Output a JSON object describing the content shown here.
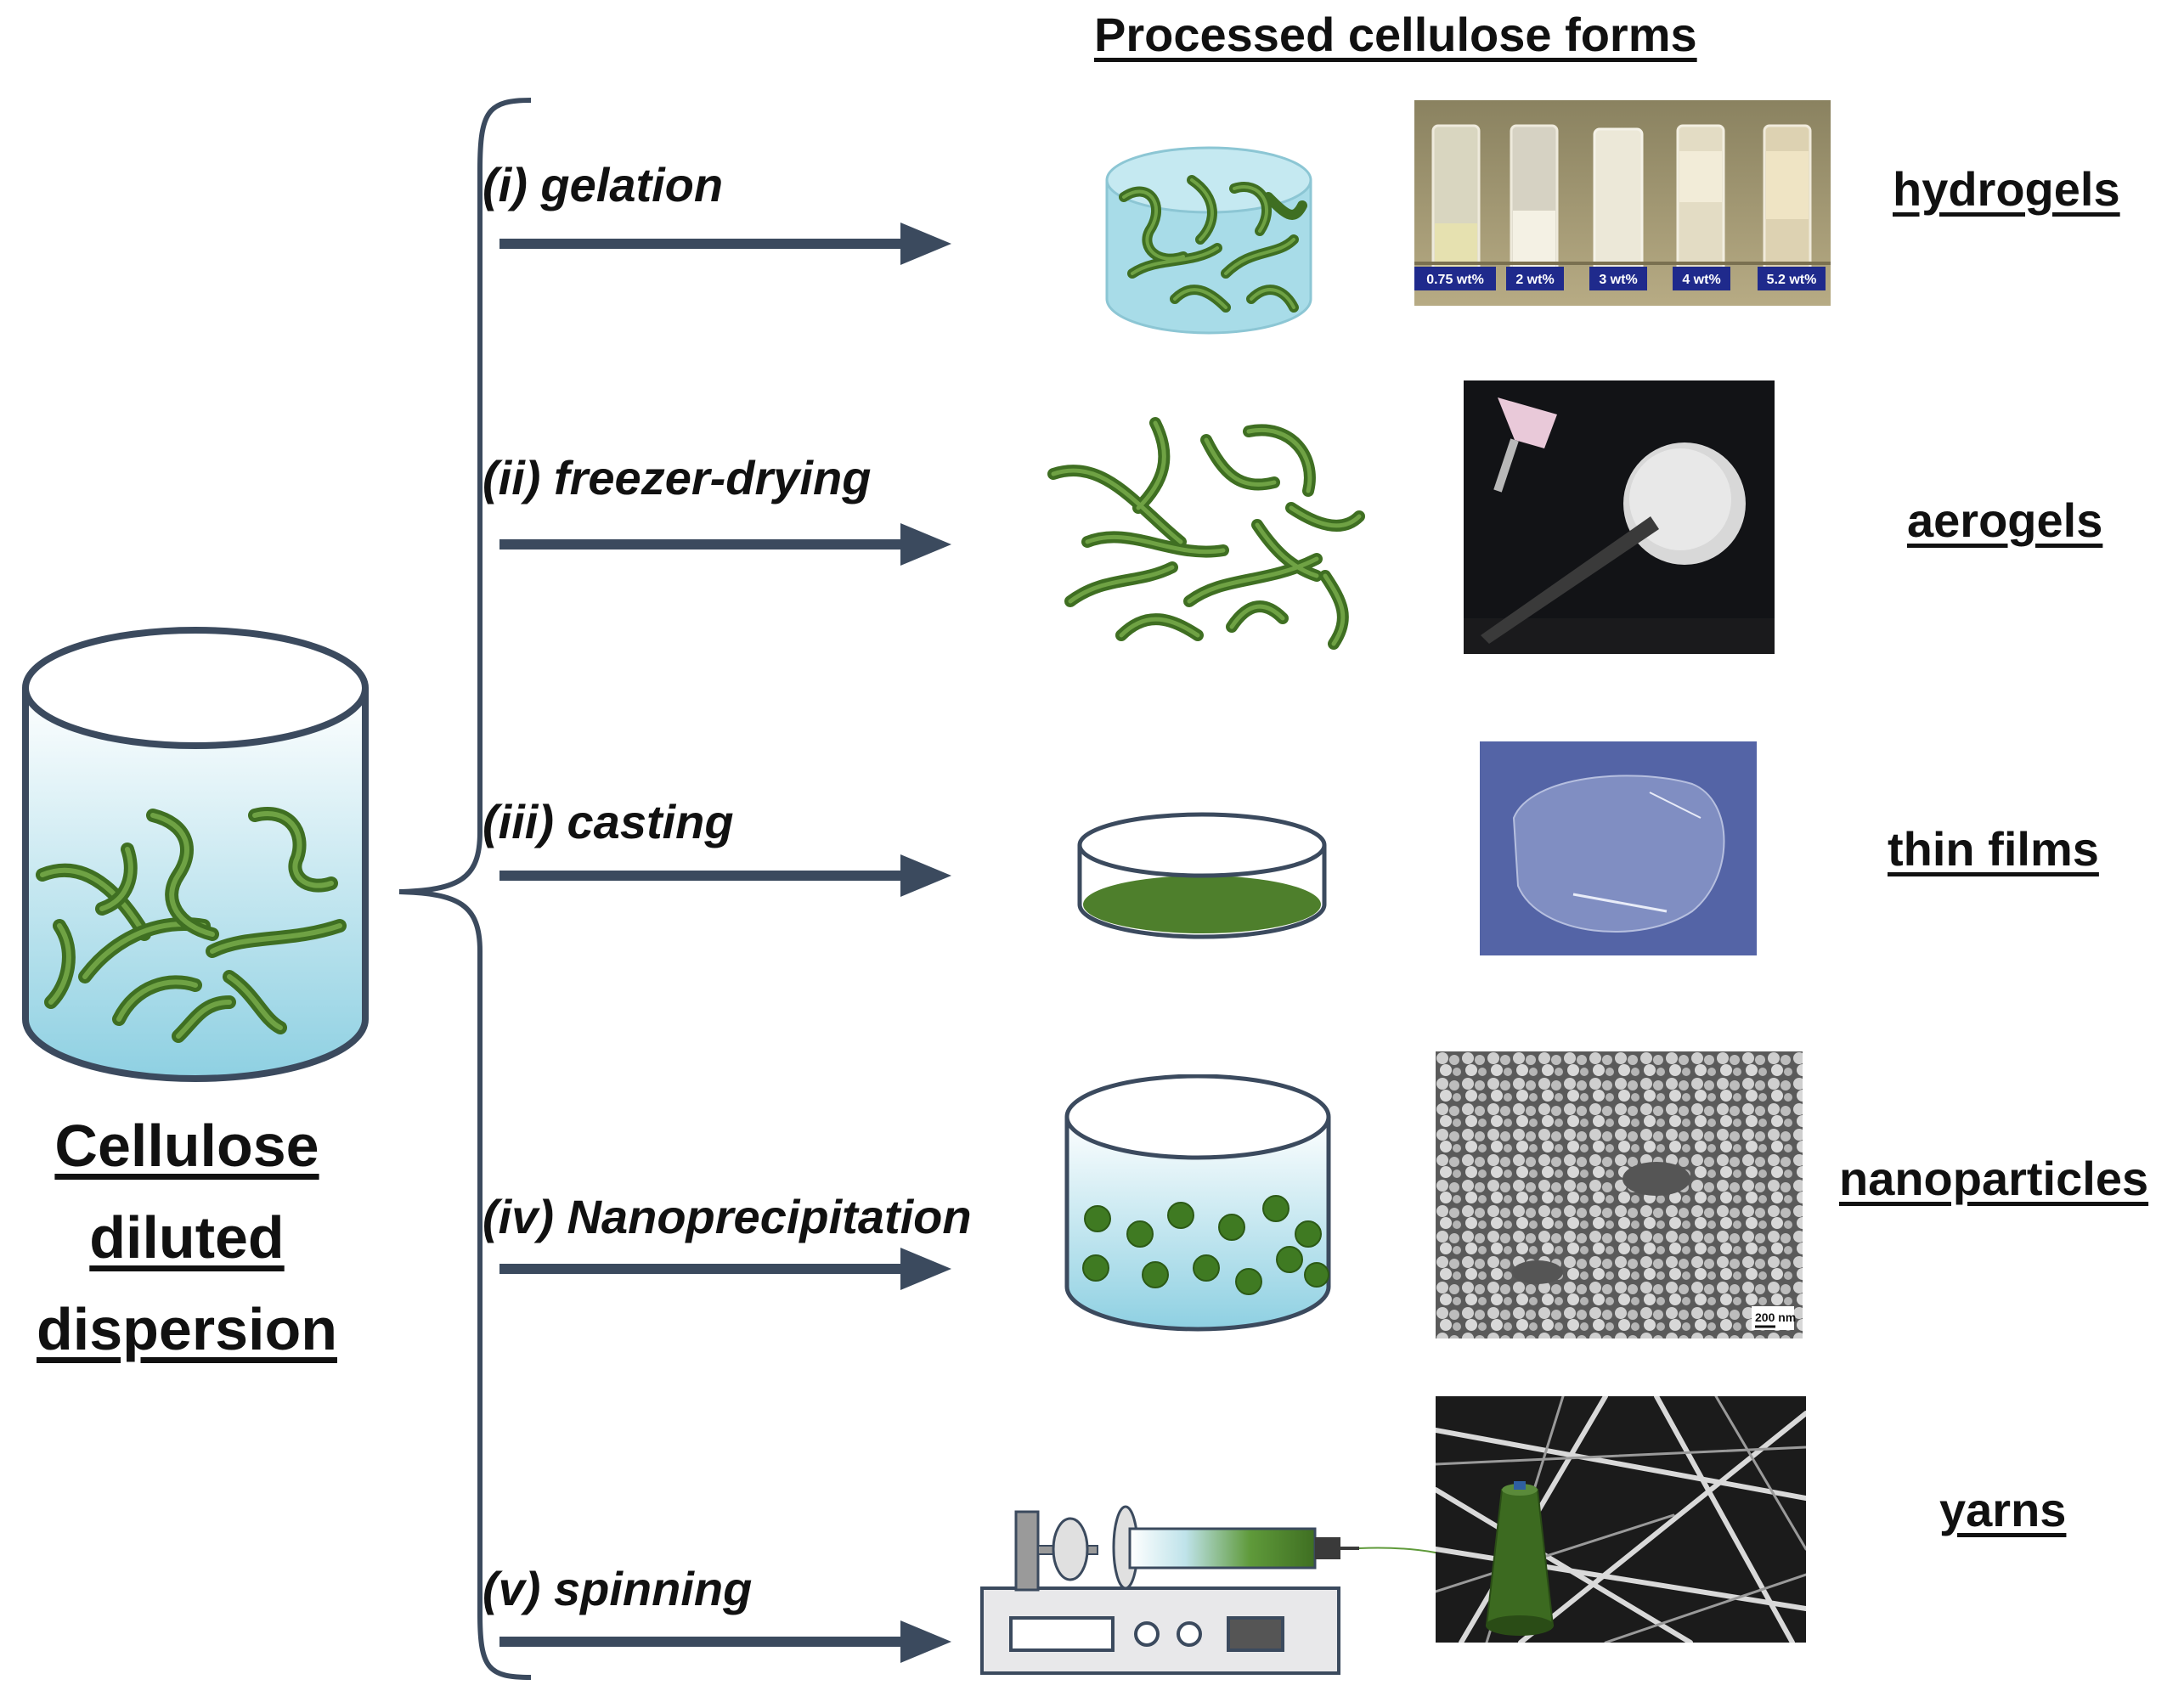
{
  "diagram": {
    "header": "Processed cellulose forms",
    "source": {
      "line1": "Cellulose",
      "line2": "diluted",
      "line3": "dispersion"
    },
    "processes": [
      {
        "label": "(i) gelation",
        "product": "hydrogels"
      },
      {
        "label": "(ii) freezer-drying",
        "product": "aerogels"
      },
      {
        "label": "(iii) casting",
        "product": "thin films"
      },
      {
        "label": "(iv) Nanoprecipitation",
        "product": "nanoparticles"
      },
      {
        "label": "(v) spinning",
        "product": "yarns"
      }
    ],
    "hydrogel_vials": [
      "0.75 wt%",
      "2 wt%",
      "3 wt%",
      "4 wt%",
      "5.2 wt%"
    ],
    "sem_scale": "200 nm"
  },
  "colors": {
    "arrow": "#3b4a5e",
    "fiber": "#4a7a2a",
    "liquid": "#a8dce8",
    "film": "#4e7f2c"
  }
}
